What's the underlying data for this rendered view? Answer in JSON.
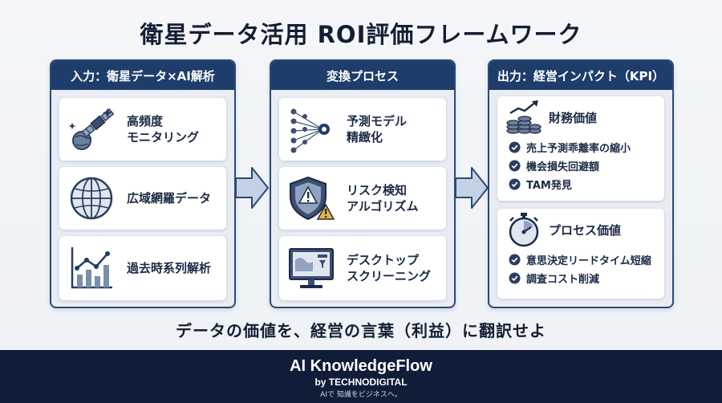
{
  "title": "衛星データ活用 ROI評価フレームワーク",
  "input_panel": {
    "heading": "入力：衛星データ×AI解析",
    "cards": [
      {
        "lines": [
          "高頻度",
          "モニタリング"
        ],
        "icon": "satellite-icon"
      },
      {
        "lines": [
          "広域網羅データ"
        ],
        "icon": "globe-icon"
      },
      {
        "lines": [
          "過去時系列解析"
        ],
        "icon": "chart-icon"
      }
    ]
  },
  "process_panel": {
    "heading": "変換プロセス",
    "cards": [
      {
        "lines": [
          "予測モデル",
          "精緻化"
        ],
        "icon": "network-icon"
      },
      {
        "lines": [
          "リスク検知",
          "アルゴリズム"
        ],
        "icon": "shield-warning-icon"
      },
      {
        "lines": [
          "デスクトップ",
          "スクリーニング"
        ],
        "icon": "monitor-icon"
      }
    ]
  },
  "output_panel": {
    "heading": "出力：経営インパクト（KPI）",
    "financial": {
      "label": "財務価値",
      "icon": "coins-growth-icon",
      "items": [
        "売上予測乖離率の縮小",
        "機会損失回避額",
        "TAM発見"
      ]
    },
    "process": {
      "label": "プロセス価値",
      "icon": "stopwatch-icon",
      "items": [
        "意思決定リードタイム短縮",
        "調査コスト削減"
      ]
    }
  },
  "tagline": "データの価値を、経営の言葉（利益）に翻訳せよ",
  "footer": {
    "brand": "AI KnowledgeFlow",
    "by": "by TECHNODIGITAL",
    "slogan": "AIで 知識をビジネスへ。"
  },
  "colors": {
    "navy": "#1f3d6b",
    "footer": "#0f1d38",
    "arrow": "#b9c8de",
    "warning": "#e8b33a"
  }
}
